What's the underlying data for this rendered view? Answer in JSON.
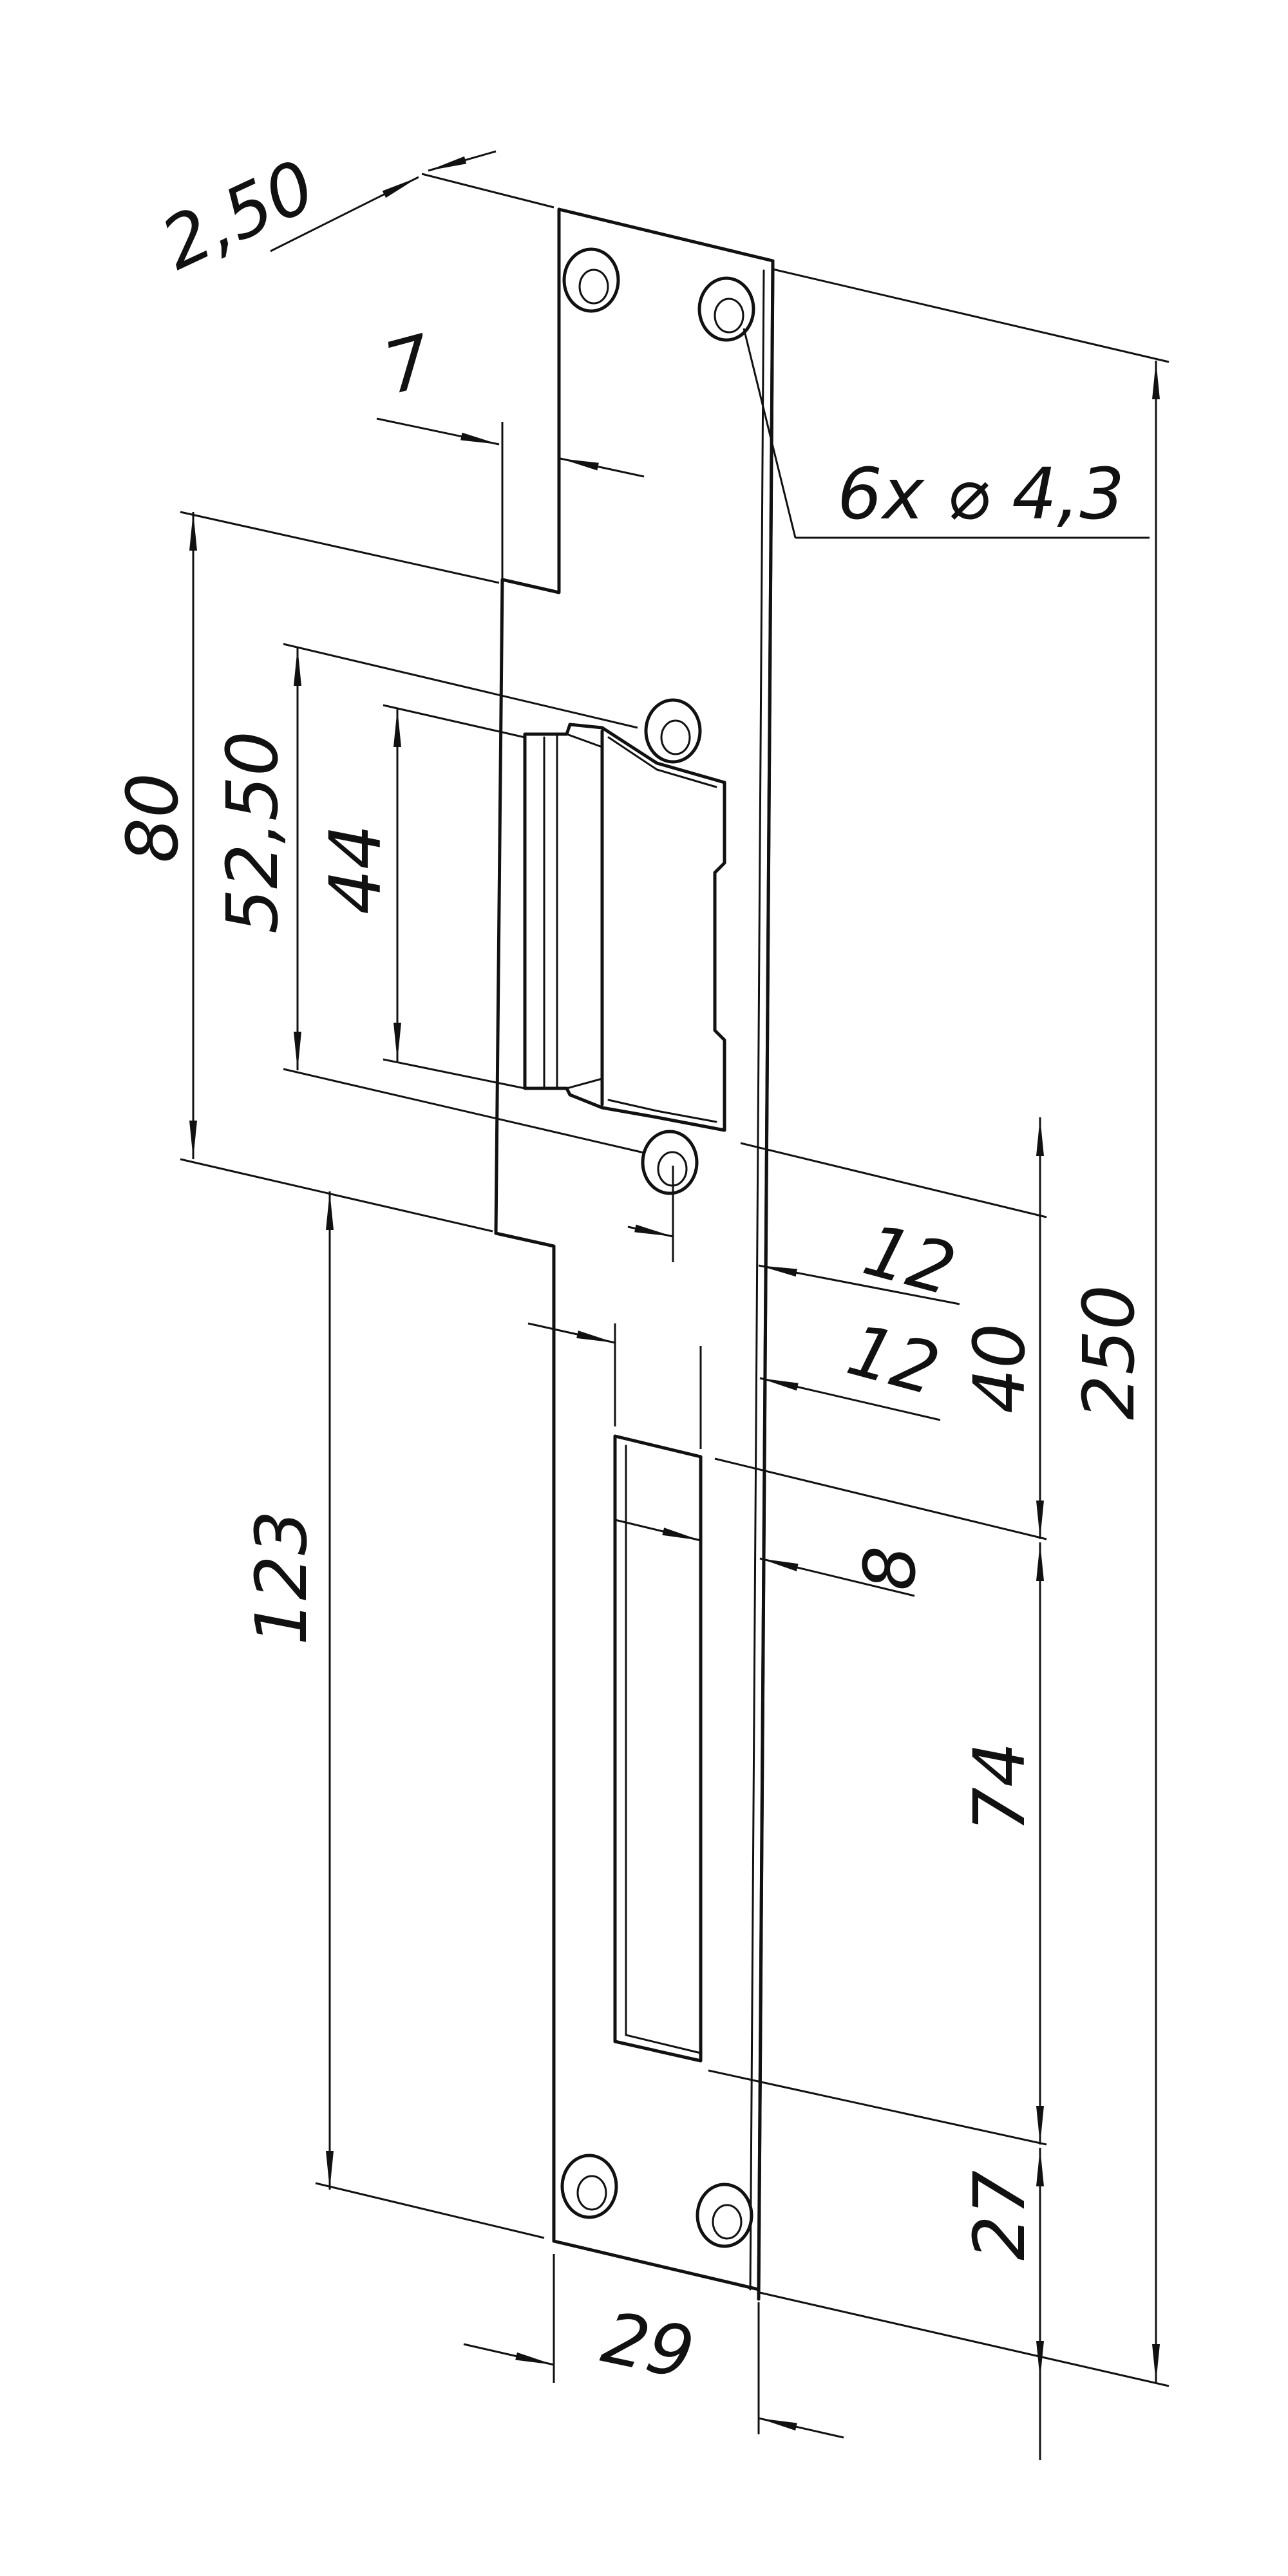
{
  "dimensions": {
    "thickness": "2,50",
    "step_offset": "7",
    "holes": "6x ⌀ 4,3",
    "recess_height": "80",
    "recess_outer": "52,50",
    "recess_inner": "44",
    "hole_to_edge": "12",
    "slot_offset": "12",
    "slot_width": "8",
    "upper_segment": "40",
    "lower_height": "123",
    "slot_length": "74",
    "bottom_segment": "27",
    "total_length": "250",
    "plate_width": "29"
  },
  "colors": {
    "line": "#111111",
    "background": "#ffffff"
  }
}
